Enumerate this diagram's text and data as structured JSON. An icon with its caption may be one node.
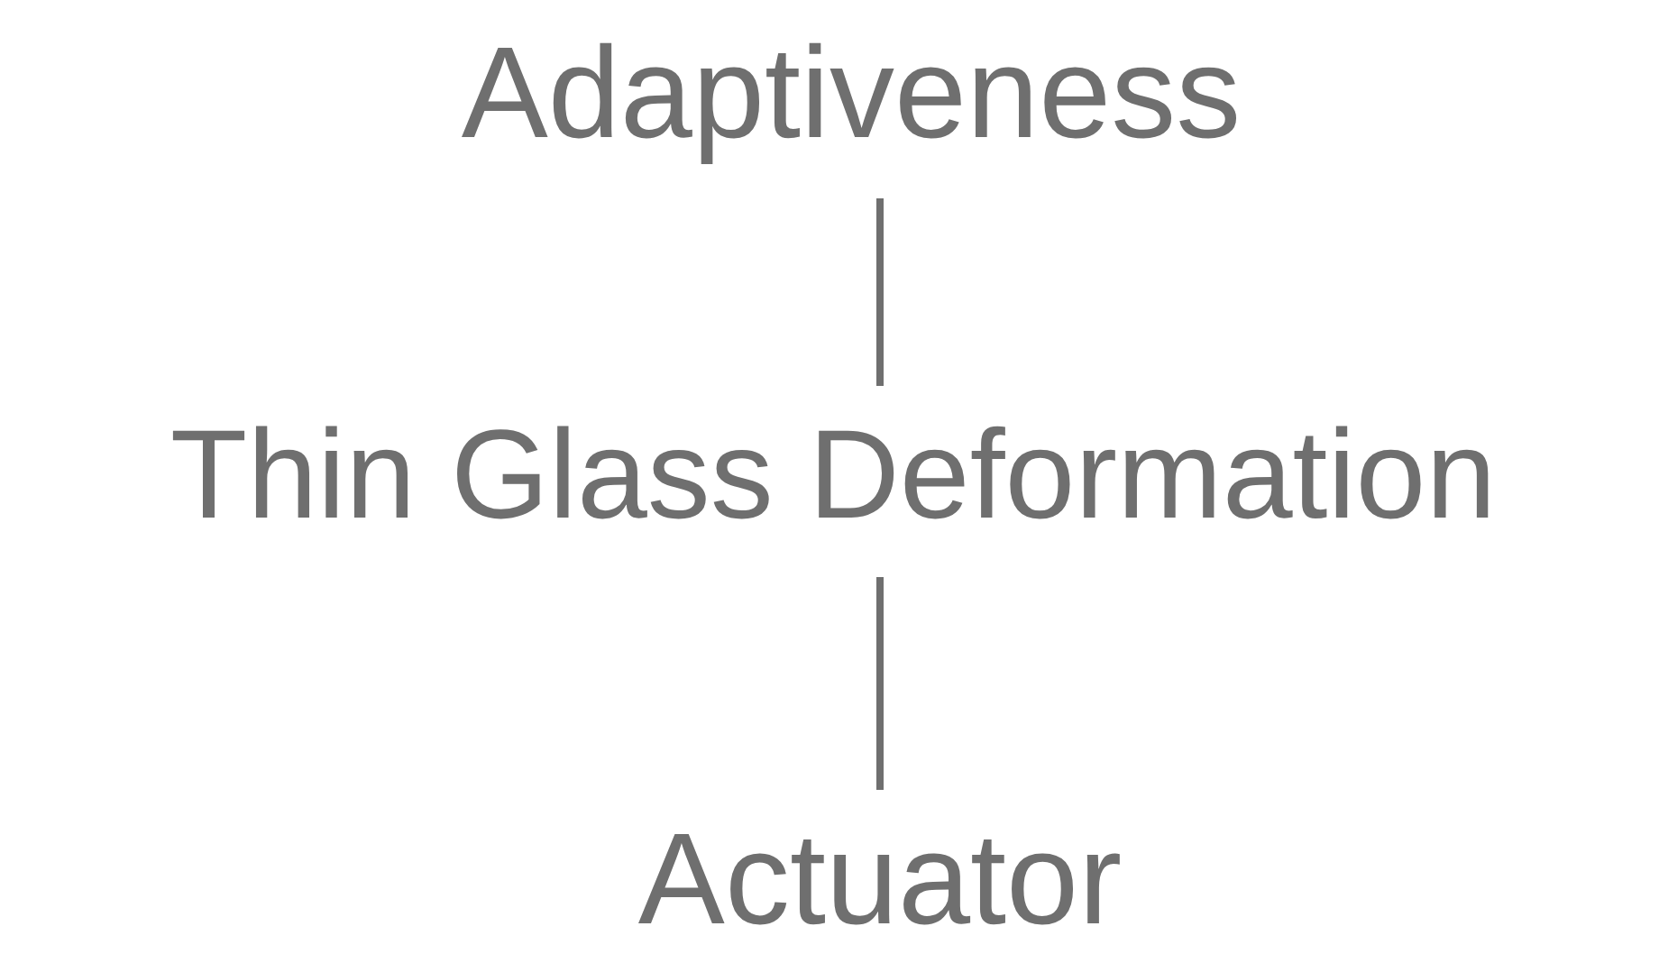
{
  "diagram": {
    "nodes": [
      {
        "text": [
          "Adaptiveness"
        ]
      },
      {
        "text": [
          "Thin Glass Deformation"
        ]
      },
      {
        "text": [
          "Actuator"
        ]
      }
    ],
    "edges": [
      {
        "from": 0,
        "to": 1,
        "arrow": "none"
      },
      {
        "from": 1,
        "to": 2,
        "arrow": "none"
      }
    ]
  }
}
